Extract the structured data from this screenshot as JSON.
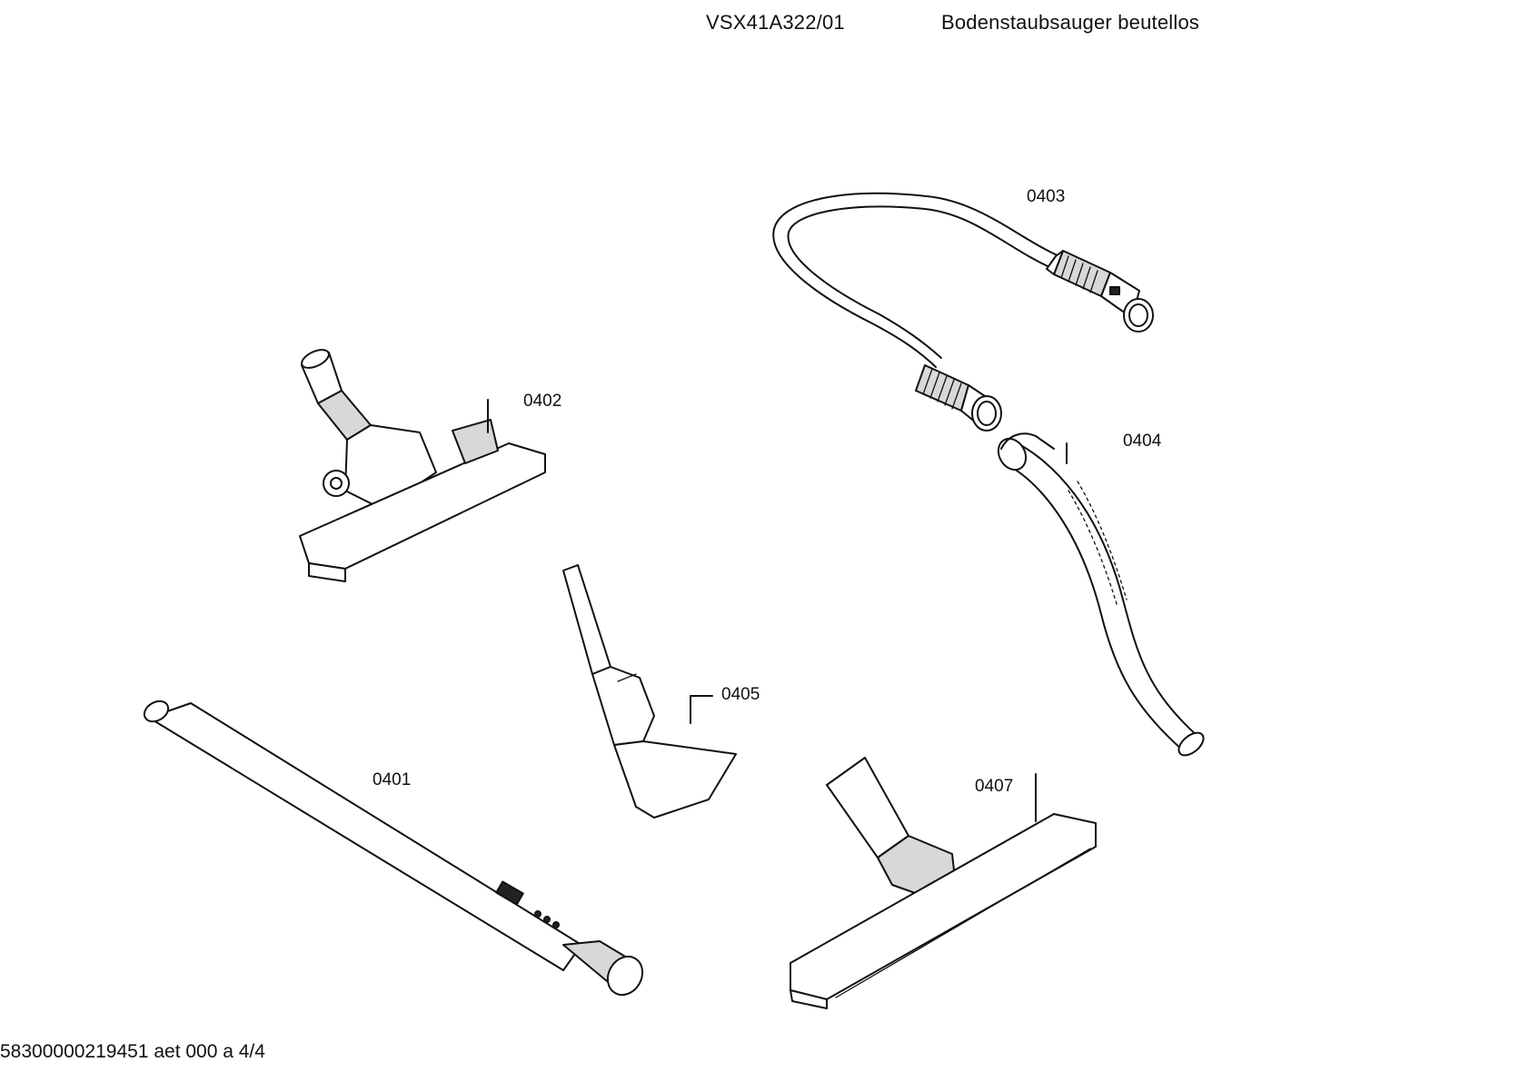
{
  "header": {
    "model": "VSX41A322/01",
    "description": "Bodenstaubsauger beutellos"
  },
  "footer": {
    "code": "58300000219451 aet 000 a 4/4"
  },
  "parts": [
    {
      "id": "part-0401",
      "label": "0401",
      "depicts": "telescopic tube"
    },
    {
      "id": "part-0402",
      "label": "0402",
      "depicts": "floor nozzle"
    },
    {
      "id": "part-0403",
      "label": "0403",
      "depicts": "suction hose"
    },
    {
      "id": "part-0404",
      "label": "0404",
      "depicts": "handle bend"
    },
    {
      "id": "part-0405",
      "label": "0405",
      "depicts": "upholstery nozzle"
    },
    {
      "id": "part-0407",
      "label": "0407",
      "depicts": "parquet nozzle"
    }
  ]
}
